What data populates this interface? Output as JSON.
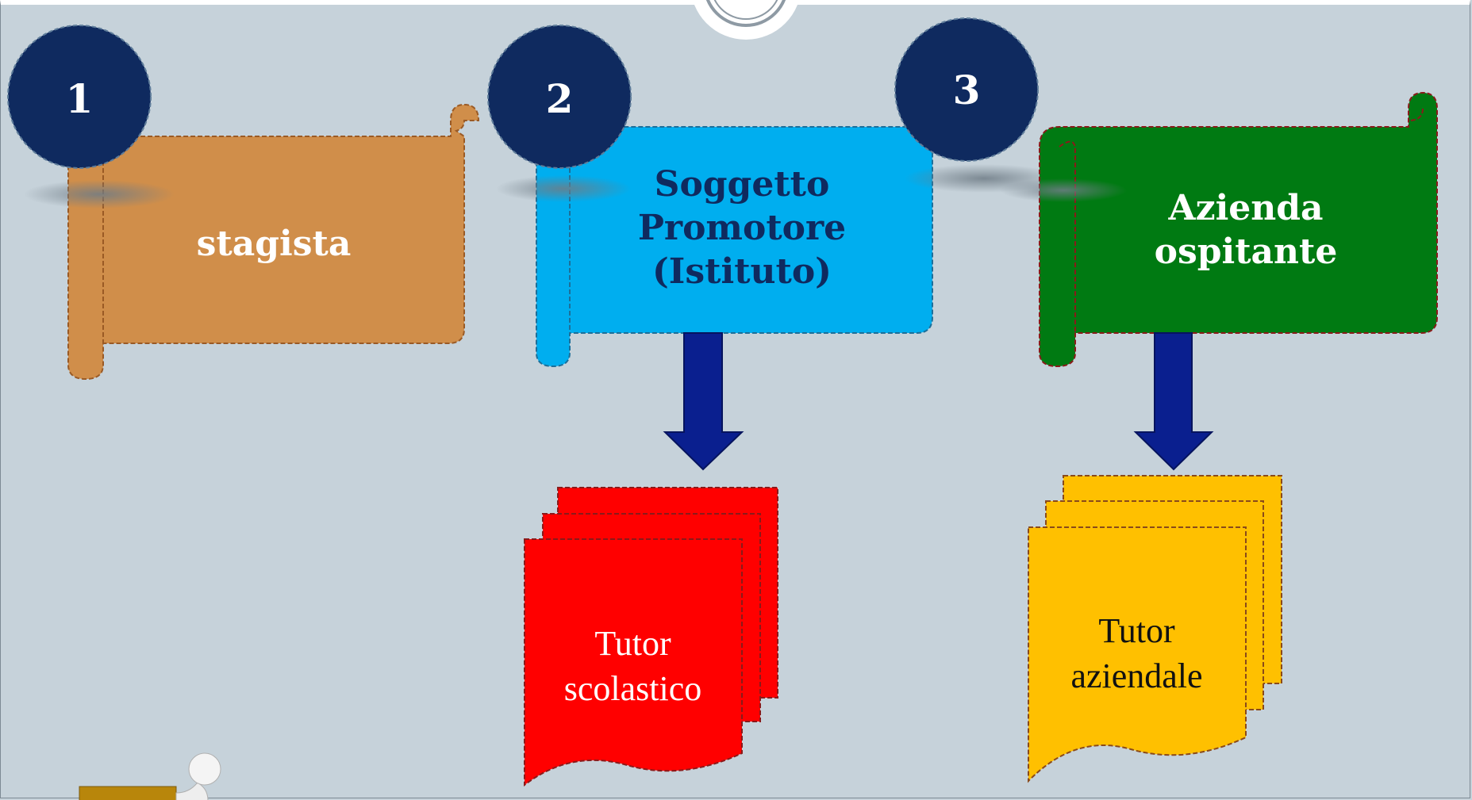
{
  "steps": [
    {
      "number": "1",
      "title": "stagista"
    },
    {
      "number": "2",
      "title_lines": [
        "Soggetto",
        "Promotore",
        "(Istituto)"
      ]
    },
    {
      "number": "3",
      "title_lines": [
        "Azienda",
        "ospitante"
      ]
    }
  ],
  "documents": [
    {
      "lines": [
        "Tutor",
        "scolastico"
      ]
    },
    {
      "lines": [
        "Tutor",
        "aziendale"
      ]
    }
  ],
  "colors": {
    "background": "#c6d2da",
    "badge": "#0f2a5f",
    "scroll_stagista": "#d08e4a",
    "scroll_promotore": "#00aeef",
    "scroll_azienda": "#007a12",
    "arrow": "#0a1f8f",
    "doc_scolastico": "#ff0000",
    "doc_aziendale": "#ffc000",
    "text_white": "#ffffff",
    "text_navy": "#0f2a5f"
  },
  "icons": [
    "figure-pushing-box-icon",
    "top-circle-ornament-icon"
  ]
}
